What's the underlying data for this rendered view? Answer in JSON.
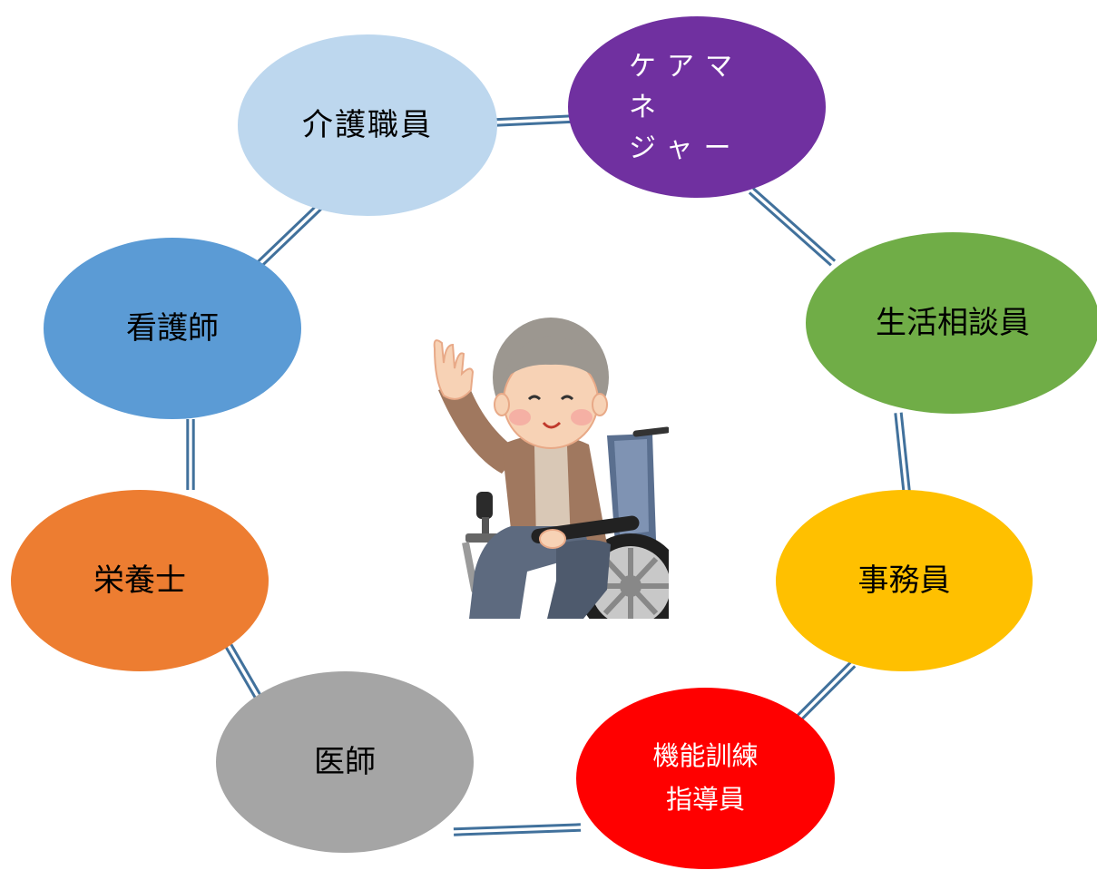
{
  "roles": {
    "kaigo": {
      "label": "介護職員",
      "fill": "#bdd7ee",
      "text_color": "#000000"
    },
    "care": {
      "label": "ケアマネ\nジャー",
      "fill": "#7030a0",
      "text_color": "#ffffff"
    },
    "seikatsu": {
      "label": "生活相談員",
      "fill": "#70ad47",
      "text_color": "#000000"
    },
    "jimu": {
      "label": "事務員",
      "fill": "#ffc000",
      "text_color": "#000000"
    },
    "kinou": {
      "label": "機能訓練\n指導員",
      "fill": "#ff0000",
      "text_color": "#ffffff"
    },
    "ishi": {
      "label": "医師",
      "fill": "#a5a5a5",
      "text_color": "#000000"
    },
    "eiyou": {
      "label": "栄養士",
      "fill": "#ed7d31",
      "text_color": "#000000"
    },
    "kango": {
      "label": "看護師",
      "fill": "#5b9bd5",
      "text_color": "#000000"
    }
  },
  "colors": {
    "ring": "#41719c",
    "background": "#ffffff"
  },
  "center_figure": {
    "icon": "elderly-person-in-wheelchair-icon"
  }
}
